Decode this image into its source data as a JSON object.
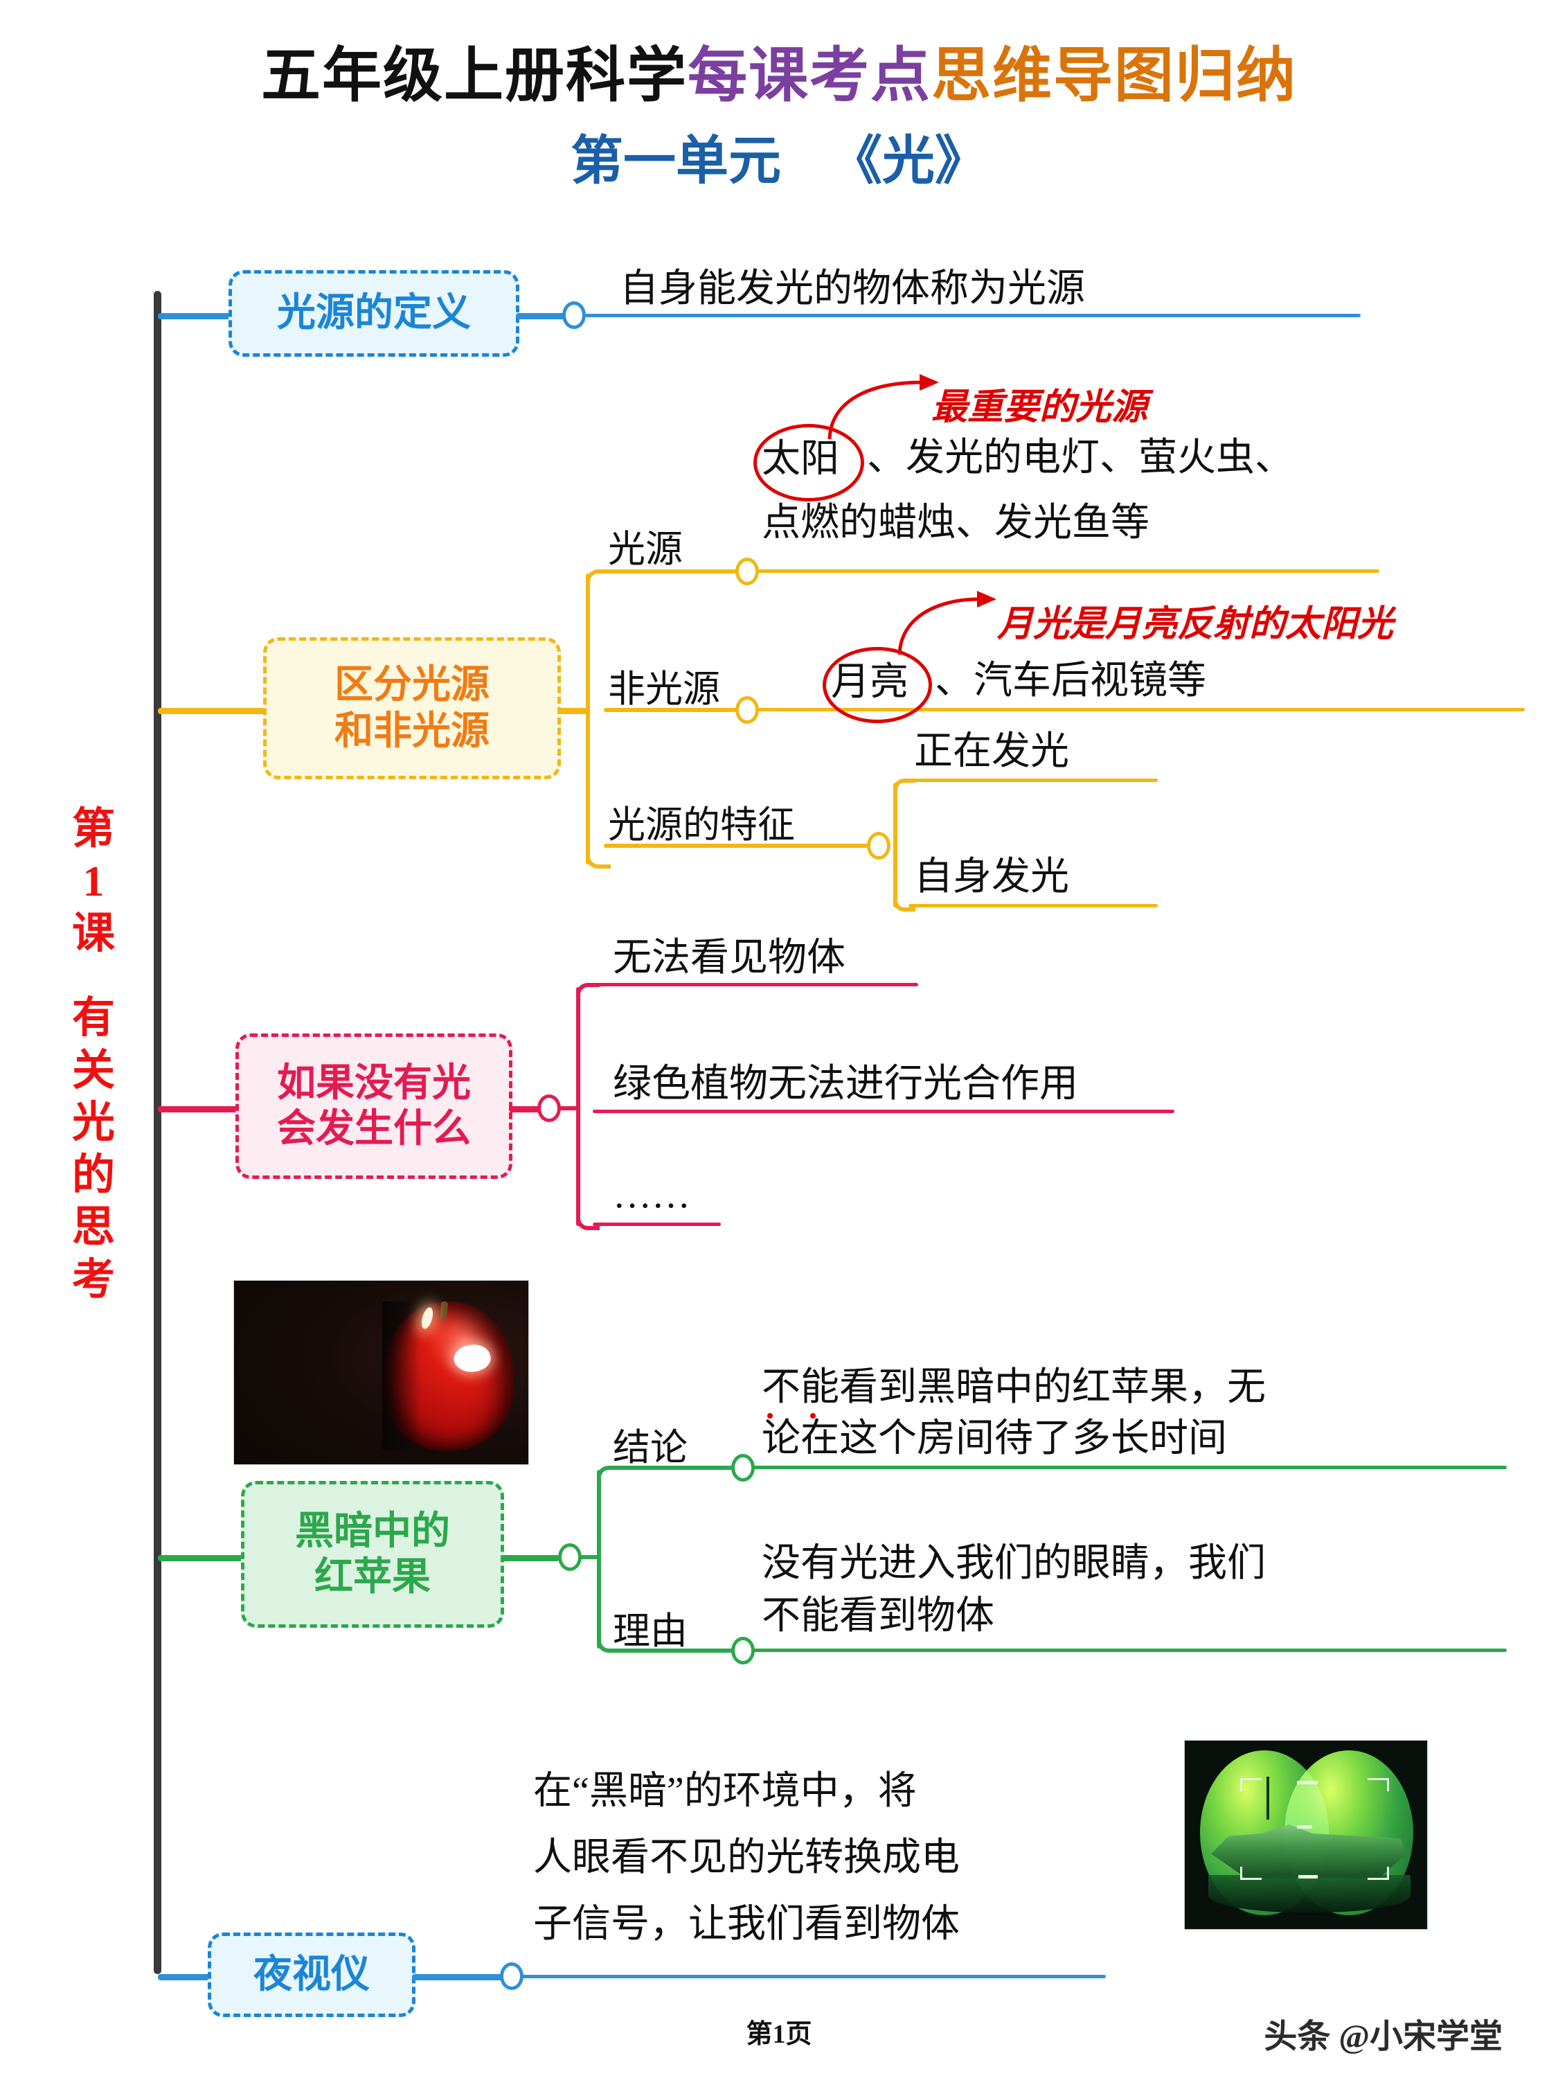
{
  "header": {
    "title_part1": "五年级上册科学",
    "title_part2": "每课考点",
    "title_part3": "思维导图归纳",
    "subtitle_unit": "第一单元",
    "subtitle_topic": "《光》",
    "color_part1": "#111111",
    "color_part2": "#7B3FA0",
    "color_part3": "#D9740B",
    "color_subtitle": "#1A5FA8"
  },
  "root": {
    "lesson": "第1课",
    "line1": "第",
    "line2": "1",
    "line3": "课",
    "title_chars": "有关光的思考",
    "color": "#F01010"
  },
  "branches": {
    "b1": {
      "box_label_line1": "光源的定义",
      "color": "#2E8FD8",
      "items": [
        {
          "text": "自身能发光的物体称为光源"
        }
      ]
    },
    "b2": {
      "box_label_line1": "区分光源",
      "box_label_line2": "和非光源",
      "color": "#F2B714",
      "sub": [
        {
          "label": "光源",
          "text_line1_prefix": "太阳",
          "text_line1_rest": "、发光的电灯、萤火虫、",
          "text_line2": "点燃的蜡烛、发光鱼等",
          "annotation": "最重要的光源",
          "circled": "太阳"
        },
        {
          "label": "非光源",
          "text_line1_prefix": "月亮",
          "text_line1_rest": "、汽车后视镜等",
          "annotation": "月光是月亮反射的太阳光",
          "circled": "月亮"
        },
        {
          "label": "光源的特征",
          "leaves": [
            "正在发光",
            "自身发光"
          ]
        }
      ]
    },
    "b3": {
      "box_label_line1": "如果没有光",
      "box_label_line2": "会发生什么",
      "color": "#E41B52",
      "items": [
        {
          "text": "无法看见物体"
        },
        {
          "text": "绿色植物无法进行光合作用"
        },
        {
          "text": "……"
        }
      ]
    },
    "b4": {
      "box_label_line1": "黑暗中的",
      "box_label_line2": "红苹果",
      "color": "#2CA84C",
      "image_caption": "dark-red-apple-photo",
      "sub": [
        {
          "label": "结论",
          "text_line1_emph": "不能",
          "text_line1_rest": "看到黑暗中的红苹果，无",
          "text_line2": "论在这个房间待了多长时间"
        },
        {
          "label": "理由",
          "text_line1": "没有光进入我们的眼睛，我们",
          "text_line2": "不能看到物体"
        }
      ]
    },
    "b5": {
      "box_label_line1": "夜视仪",
      "color": "#2E8FD8",
      "image_caption": "night-vision-warship-photo",
      "text_line1": "在“黑暗”的环境中，将",
      "text_line2": "人眼看不见的光转换成电",
      "text_line3": "子信号，让我们看到物体"
    }
  },
  "footer": {
    "page_number": "第1页",
    "watermark": "头条 @小宋学堂"
  }
}
